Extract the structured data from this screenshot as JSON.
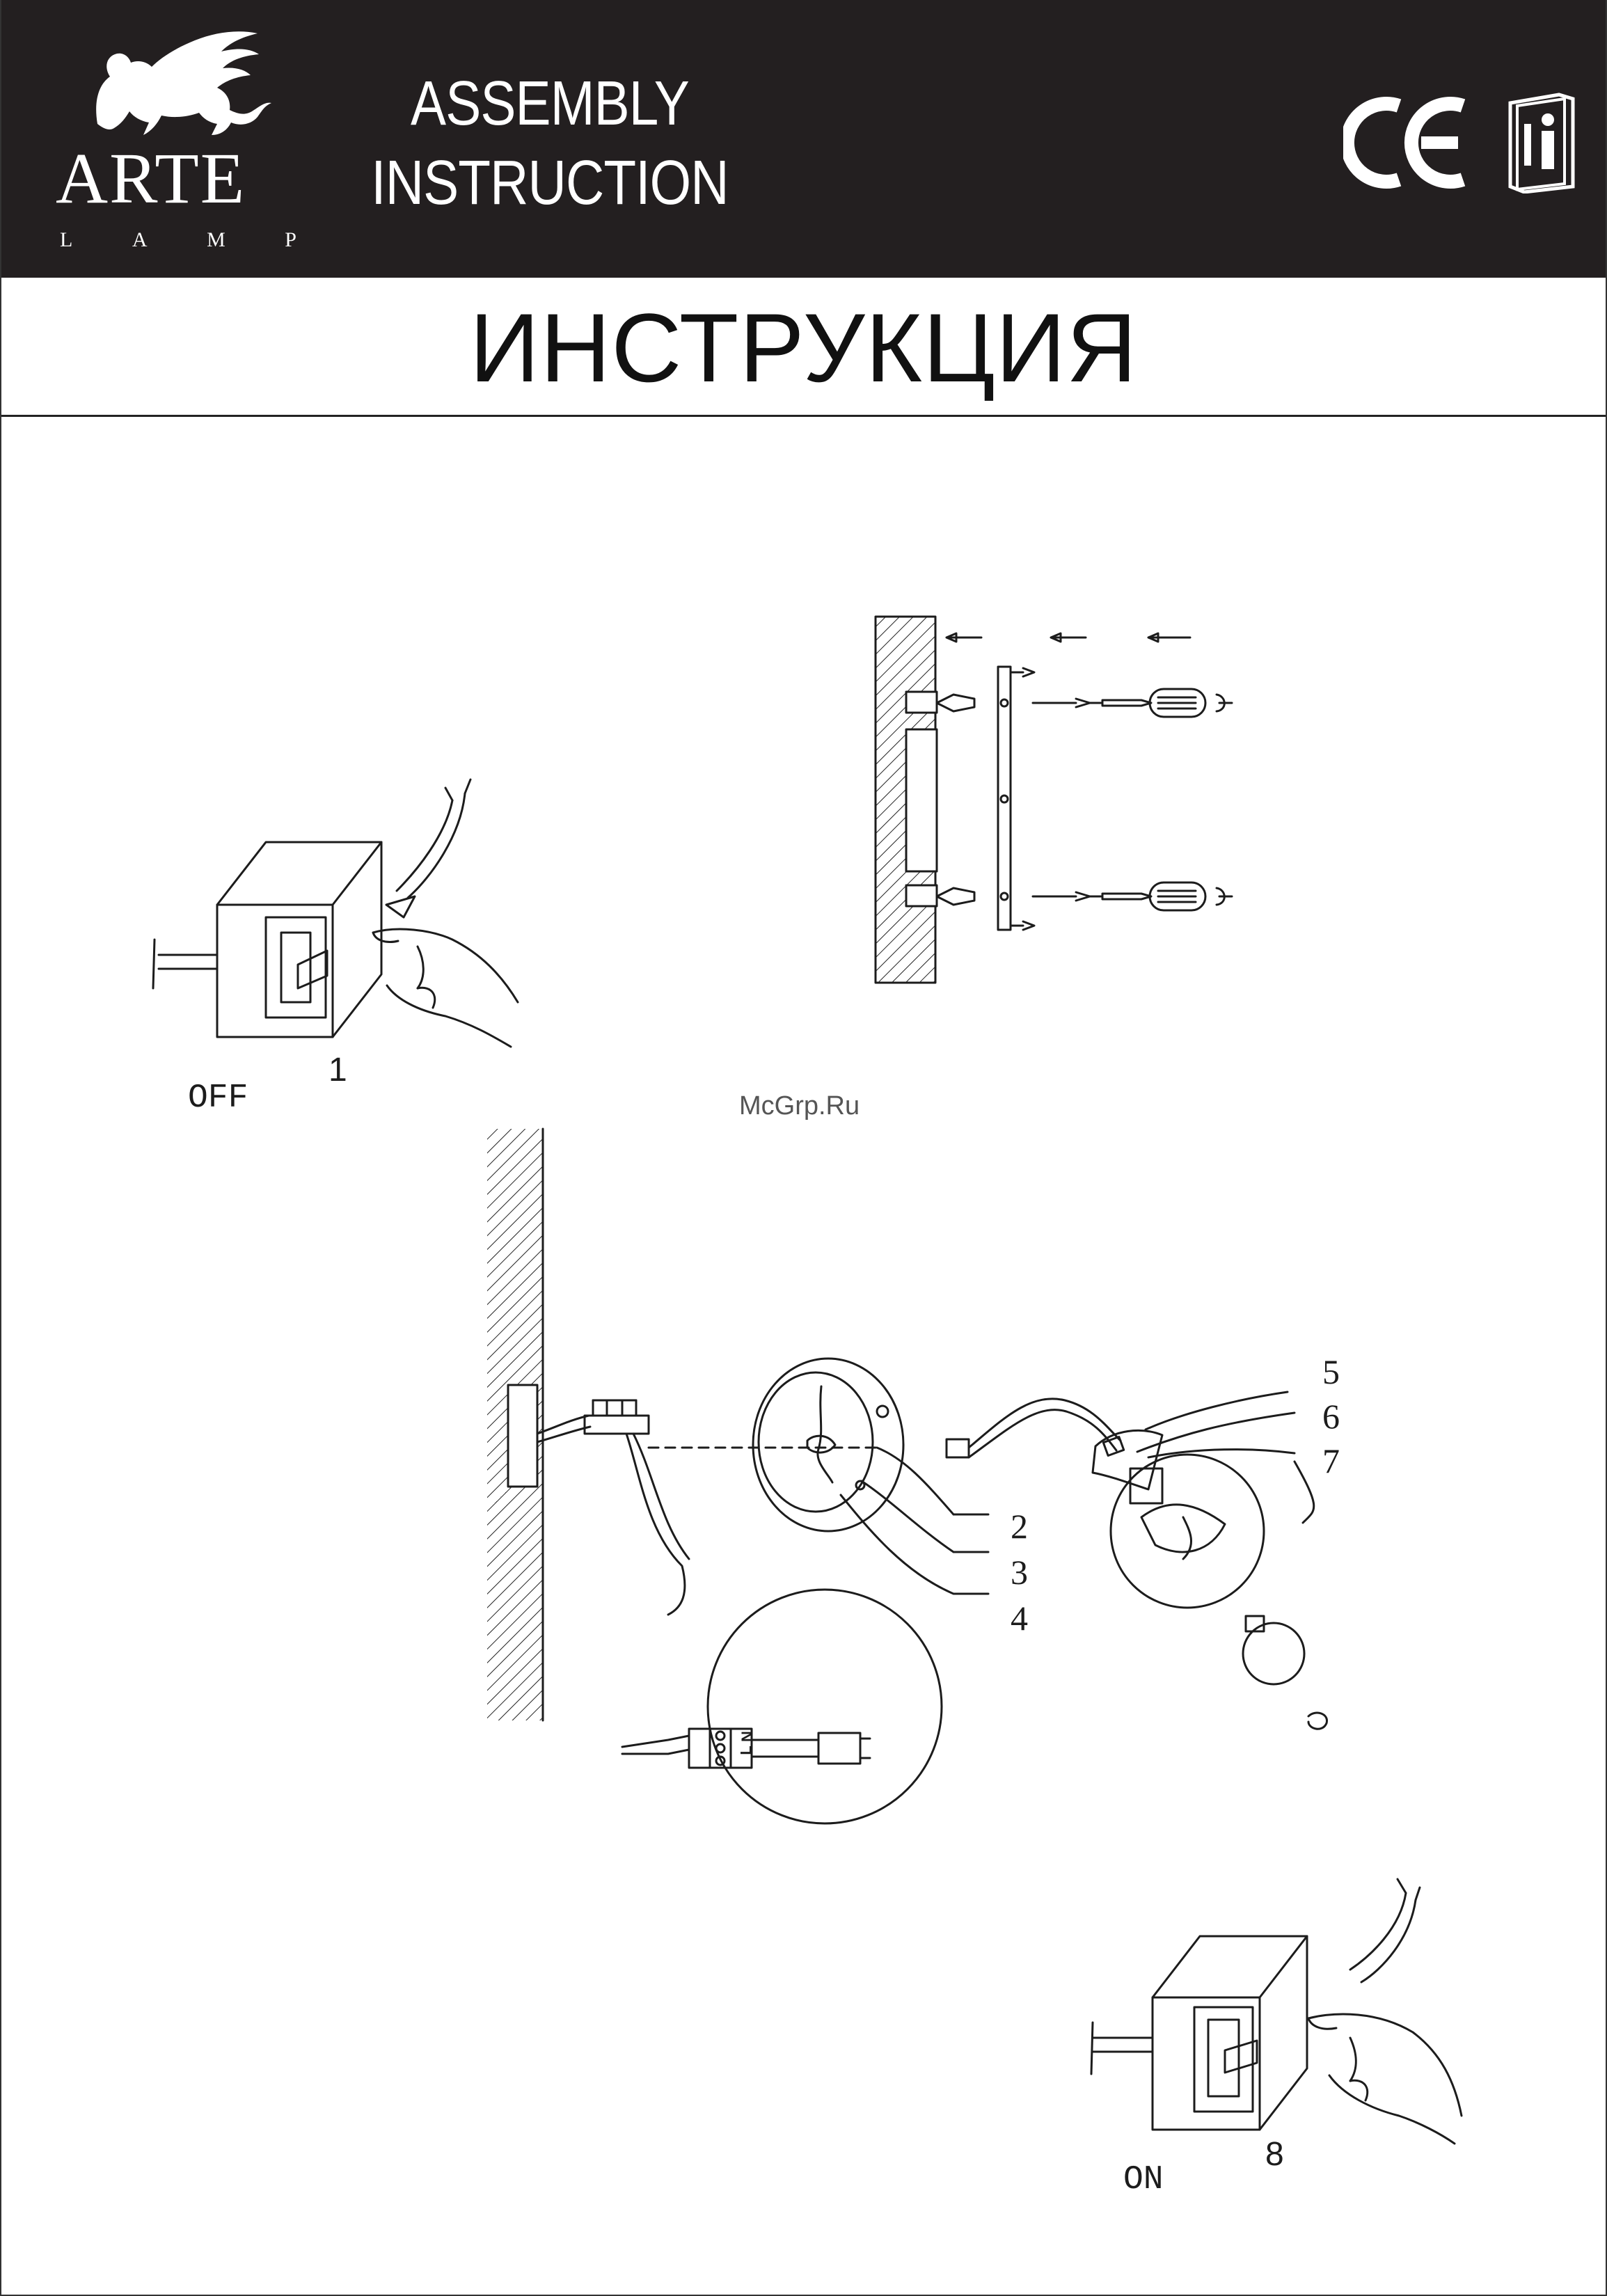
{
  "header": {
    "brand": {
      "name": "ARTE",
      "sub_letters": [
        "L",
        "A",
        "M",
        "P"
      ]
    },
    "title_line1": "ASSEMBLY",
    "title_line2": "INSTRUCTION",
    "ce_mark": "CE",
    "info_icon": "manual-info-icon"
  },
  "russian_title": "ИНСТРУКЦИЯ",
  "watermark": "McGrp.Ru",
  "steps": {
    "step1": {
      "number": "1",
      "state": "OFF"
    },
    "step8": {
      "number": "8",
      "state": "ON"
    }
  },
  "callouts": [
    "2",
    "3",
    "4",
    "5",
    "6",
    "7"
  ],
  "terminal_letters": [
    "L",
    "N"
  ],
  "colors": {
    "header_bg": "#231f20",
    "header_text": "#ffffff",
    "line": "#1c1c1c"
  }
}
